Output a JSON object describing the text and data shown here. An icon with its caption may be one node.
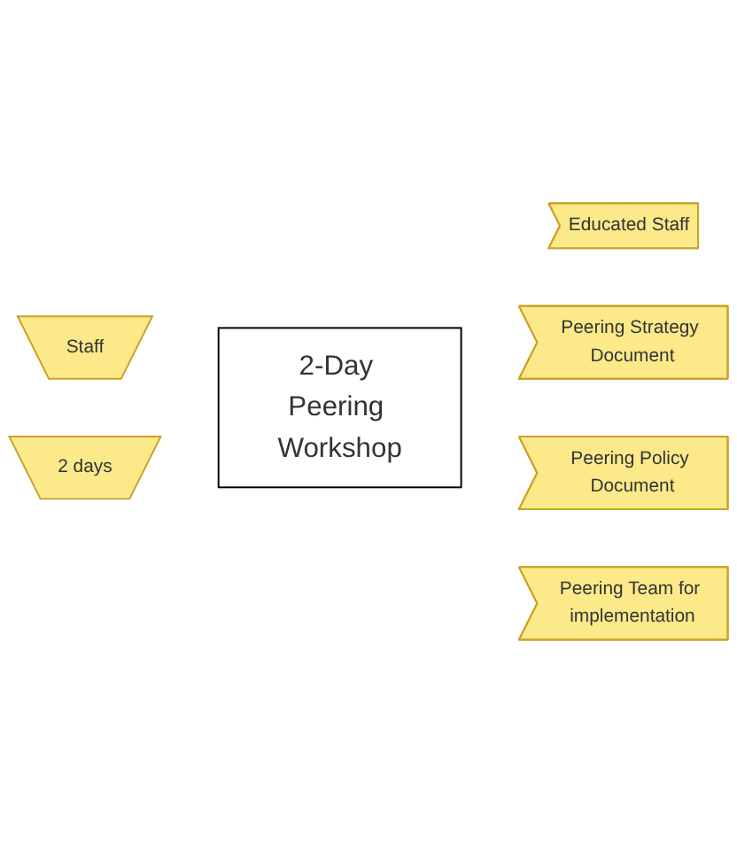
{
  "diagram": {
    "nodes": [
      {
        "text": [
          "Staff"
        ]
      },
      {
        "text": [
          "2 days"
        ]
      },
      {
        "text": [
          "2-Day Peering Workshop"
        ]
      },
      {
        "text": [
          "Educated Staff"
        ]
      },
      {
        "text": [
          "Peering Strategy Document"
        ]
      },
      {
        "text": [
          "Peering Policy Document"
        ]
      },
      {
        "text": [
          "Peering Team for implementation"
        ]
      }
    ]
  }
}
